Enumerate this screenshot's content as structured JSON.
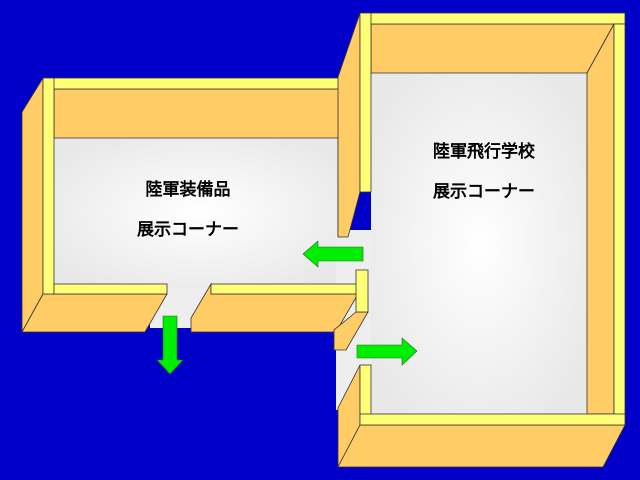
{
  "rooms": [
    {
      "line1": "陸軍装備品",
      "line2": "展示コーナー"
    },
    {
      "line1": "陸軍飛行学校",
      "line2": "展示コーナー"
    }
  ],
  "colors": {
    "background": "#0000c8",
    "wall": "#ffcc66",
    "wall_top": "#ffff77",
    "floor": "#eeeeee",
    "arrow": "#00ee00"
  },
  "arrows": [
    "arrow-left",
    "arrow-down",
    "arrow-right"
  ]
}
